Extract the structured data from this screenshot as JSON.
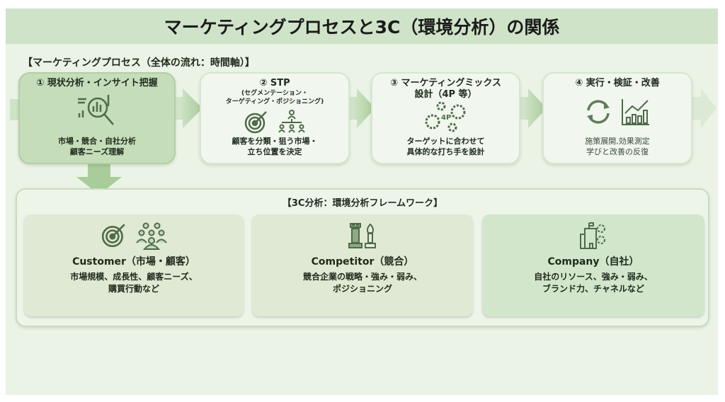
{
  "title": "マーケティングプロセスと3C（環境分析）の関係",
  "process": {
    "heading": "【マーケティングプロセス（全体の流れ：時間軸）】",
    "steps": [
      {
        "title": "① 現状分析・インサイト把握",
        "desc1": "市場・競合・自社分析",
        "desc2": "顧客ニーズ理解"
      },
      {
        "title": "② STP",
        "sub1": "(セグメンテーション・",
        "sub2": "ターゲティング・ポジショニング)",
        "desc1": "顧客を分類・狙う市場・",
        "desc2": "立ち位置を決定"
      },
      {
        "title1": "③ マーケティングミックス",
        "title2": "設計（4P 等）",
        "icon_label": "4P",
        "desc1": "ターゲットに合わせて",
        "desc2": "具体的な打ち手を設計"
      },
      {
        "title": "④ 実行・検証・改善",
        "desc1": "施策展開,効果測定",
        "desc2": "学びと改善の反復"
      }
    ]
  },
  "framework": {
    "heading": "【3C分析：環境分析フレームワーク】",
    "cards": [
      {
        "name": "Customer（市場・顧客）",
        "desc1": "市場規模、成長性、顧客ニーズ、",
        "desc2": "購買行動など"
      },
      {
        "name": "Competitor（競合）",
        "desc1": "競合企業の戦略・強み・弱み、",
        "desc2": "ポジショニング"
      },
      {
        "name": "Company（自社）",
        "desc1": "自社のリソース、強み・弱み、",
        "desc2": "ブランド力、チャネルなど"
      }
    ]
  },
  "colors": {
    "title_bg": "#cfe3c8",
    "active": "#c5ddb9",
    "icon": "#4f6b4a"
  }
}
